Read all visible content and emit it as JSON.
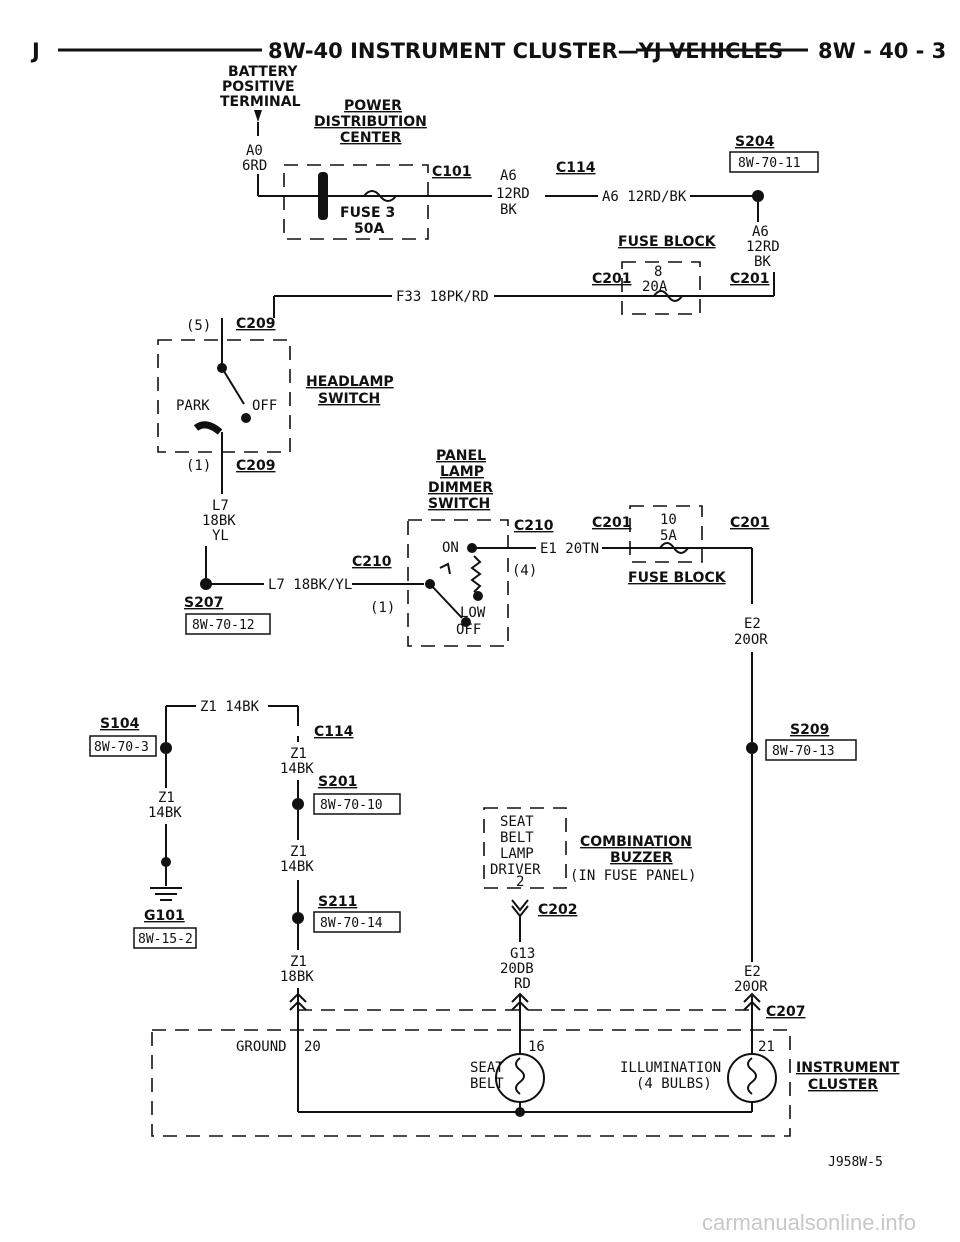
{
  "header": {
    "left": "J",
    "title": "8W-40 INSTRUMENT CLUSTER—YJ VEHICLES",
    "right": "8W - 40 - 3"
  },
  "components": {
    "battery_1": "BATTERY",
    "battery_2": "POSITIVE",
    "battery_3": "TERMINAL",
    "pdc_1": "POWER",
    "pdc_2": "DISTRIBUTION",
    "pdc_3": "CENTER",
    "fuse3_1": "FUSE 3",
    "fuse3_2": "50A",
    "fuse_block_top": "FUSE BLOCK",
    "fuse8_1": "8",
    "fuse8_2": "20A",
    "headlamp_1": "HEADLAMP",
    "headlamp_2": "SWITCH",
    "park": "PARK",
    "off": "OFF",
    "panel_1": "PANEL",
    "panel_2": "LAMP",
    "panel_3": "DIMMER",
    "panel_4": "SWITCH",
    "on": "ON",
    "low": "LOW",
    "off2": "OFF",
    "fuse10_1": "10",
    "fuse10_2": "5A",
    "fuse_block_mid": "FUSE BLOCK",
    "seat_1": "SEAT",
    "seat_2": "BELT",
    "seat_3": "LAMP",
    "seat_4": "DRIVER",
    "seat_5": "2",
    "combo_1": "COMBINATION",
    "combo_2": "BUZZER",
    "combo_3": "(IN FUSE PANEL)",
    "ground_label": "GROUND",
    "seat_bulb_1": "SEAT",
    "seat_bulb_2": "BELT",
    "illum_1": "ILLUMINATION",
    "illum_2": "(4 BULBS)",
    "cluster_1": "INSTRUMENT",
    "cluster_2": "CLUSTER"
  },
  "connectors": {
    "c101": "C101",
    "c114a": "C114",
    "c114b": "C114",
    "c201a": "C201",
    "c201b": "C201",
    "c201c": "C201",
    "c201d": "C201",
    "c209a": "C209",
    "c209b": "C209",
    "c210a": "C210",
    "c210b": "C210",
    "c202": "C202",
    "c207": "C207"
  },
  "splices": {
    "s204": "S204",
    "s204_ref": "8W-70-11",
    "s207": "S207",
    "s207_ref": "8W-70-12",
    "s209": "S209",
    "s209_ref": "8W-70-13",
    "s104": "S104",
    "s104_ref": "8W-70-3",
    "s201": "S201",
    "s201_ref": "8W-70-10",
    "s211": "S211",
    "s211_ref": "8W-70-14",
    "g101": "G101",
    "g101_ref": "8W-15-2"
  },
  "wires": {
    "a0_1": "A0",
    "a0_2": "6RD",
    "a6_1": "A6",
    "a6_2": "12RD",
    "a6_3": "BK",
    "a6_inline": "A6 12RD/BK",
    "a6b_1": "A6",
    "a6b_2": "12RD",
    "a6b_3": "BK",
    "f33": "F33 18PK/RD",
    "l7_1": "L7",
    "l7_2": "18BK",
    "l7_3": "YL",
    "l7_inline": "L7 18BK/YL",
    "e1": "E1 20TN",
    "e2a_1": "E2",
    "e2a_2": "20OR",
    "e2b_1": "E2",
    "e2b_2": "20OR",
    "z1_top": "Z1 14BK",
    "z1a_1": "Z1",
    "z1a_2": "14BK",
    "z1b_1": "Z1",
    "z1b_2": "14BK",
    "z1c_1": "Z1",
    "z1c_2": "14BK",
    "z1d_1": "Z1",
    "z1d_2": "18BK",
    "g13_1": "G13",
    "g13_2": "20DB",
    "g13_3": "RD"
  },
  "pins": {
    "p5": "(5)",
    "p1": "(1)",
    "p4": "(4)",
    "p1b": "(1)",
    "p20": "20",
    "p16": "16",
    "p21": "21"
  },
  "footer": {
    "code": "J958W-5",
    "watermark": "carmanualsonline.info"
  }
}
